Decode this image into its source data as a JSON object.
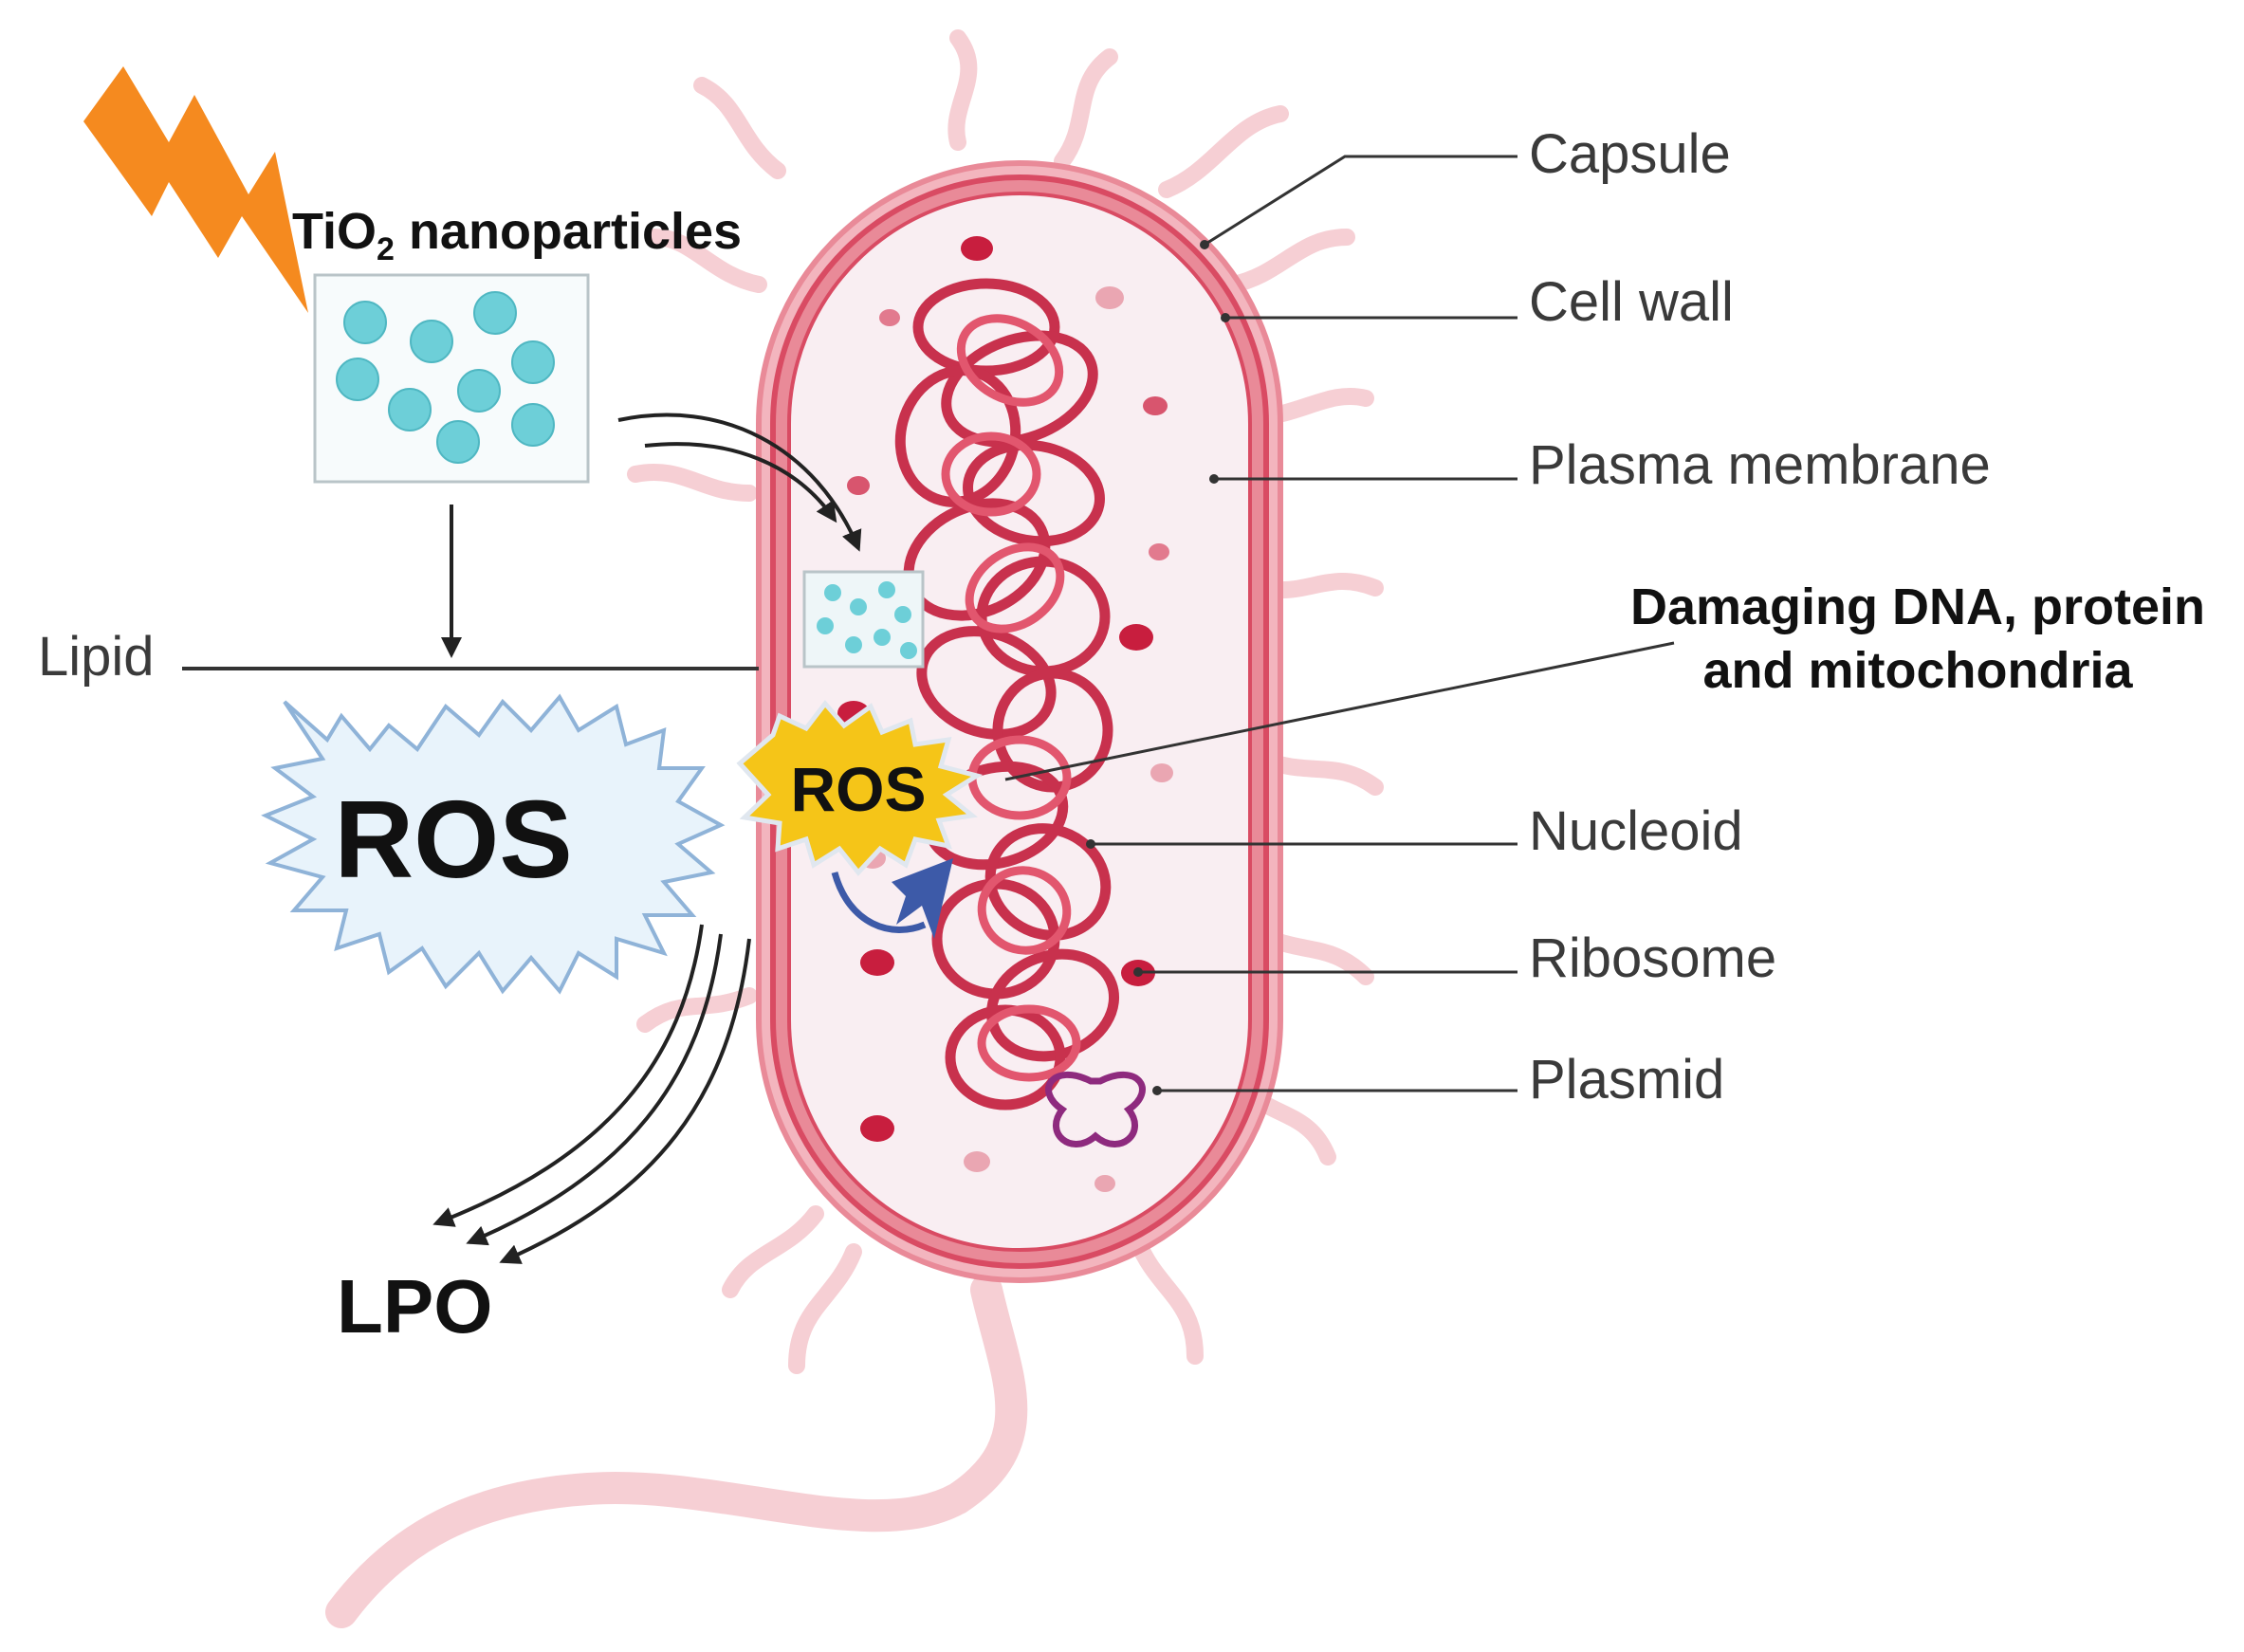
{
  "labels": {
    "capsule": "Capsule",
    "cell_wall": "Cell wall",
    "plasma_membrane": "Plasma membrane",
    "damaging_line1": "Damaging DNA, protein",
    "damaging_line2": "and mitochondria",
    "nucleoid": "Nucleoid",
    "ribosome": "Ribosome",
    "plasmid": "Plasmid",
    "lipid": "Lipid",
    "tio2_prefix": "TiO",
    "tio2_sub": "2",
    "tio2_suffix": " nanoparticles",
    "ros_large": "ROS",
    "ros_small": "ROS",
    "lpo": "LPO"
  },
  "colors": {
    "capsule": "#e98a98",
    "cell_wall": "#d94b63",
    "cytoplasm": "#f9eef2",
    "dna": "#c8314d",
    "dna_light": "#e2566e",
    "flagella": "#f6cfd4",
    "ribosome_dark": "#c81e3e",
    "ribosome_light": "#eaa6b2",
    "plasmid": "#8e2a7e",
    "nanoparticle": "#6dcfd8",
    "lightning": "#f58a1f",
    "ros_large_fill": "#e8f3fb",
    "ros_large_stroke": "#8fb3d8",
    "ros_small_fill": "#f5c518",
    "blue_arrow": "#3d5aa8"
  }
}
